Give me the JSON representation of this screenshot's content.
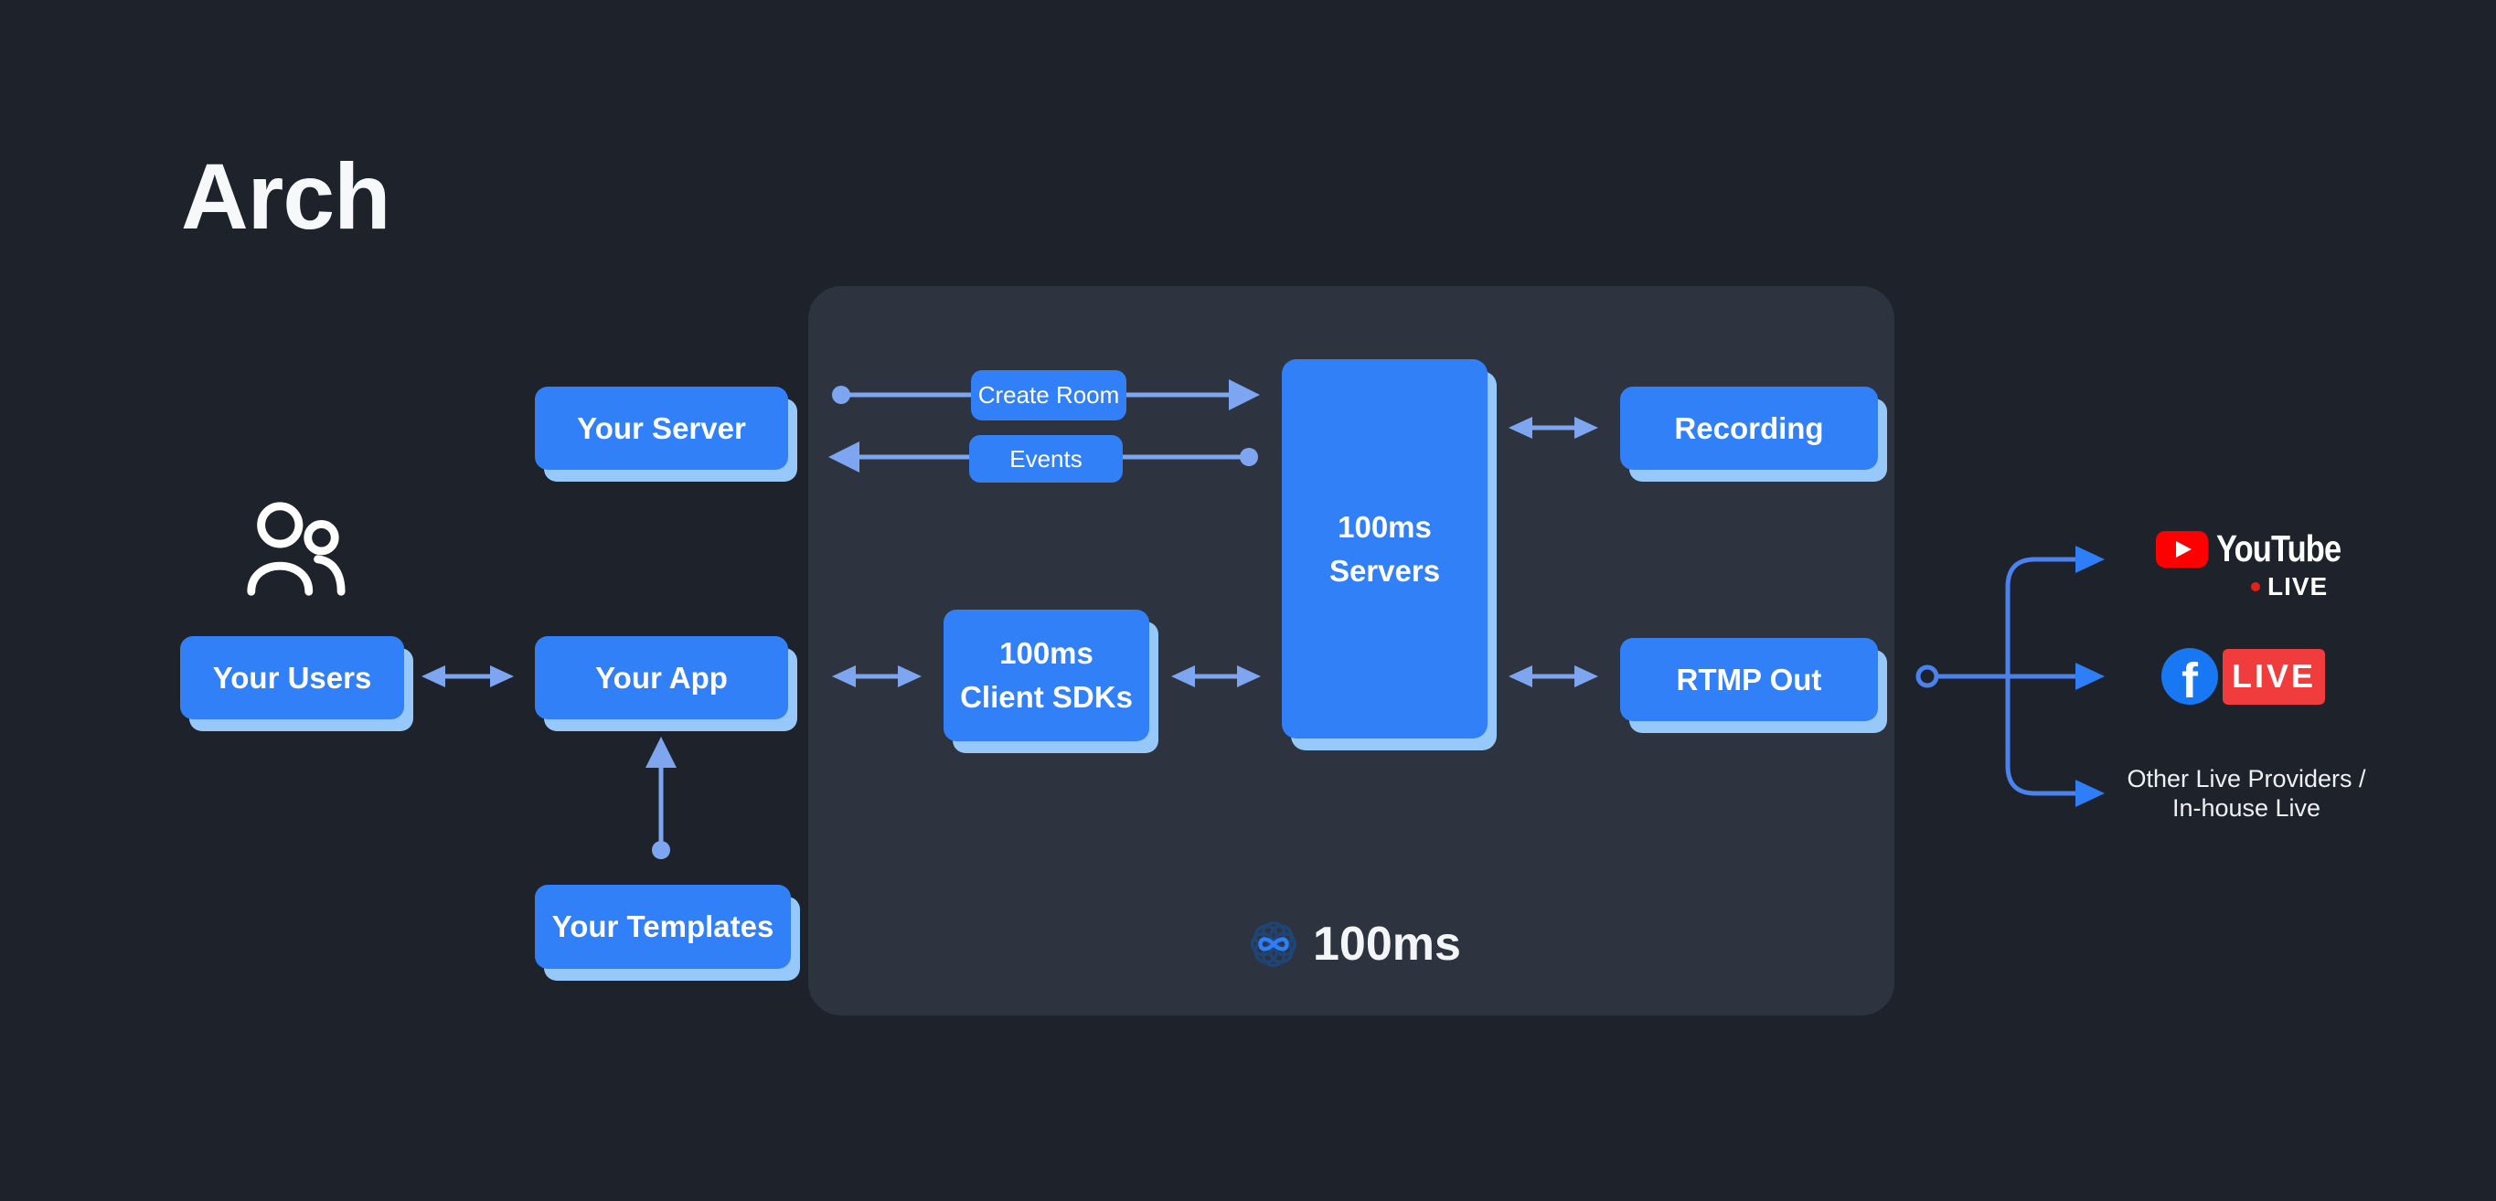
{
  "title": "Arch",
  "colors": {
    "background": "#1e232b",
    "panel": "#2d3440",
    "node_blue": "#3180f7",
    "node_shadow": "#96c9f9",
    "arrow": "#7ea6f0",
    "branch_line": "#4b82ee",
    "branch_arrowhead": "#2e7ef7",
    "youtube_red": "#ff0000",
    "facebook_blue": "#1877f2",
    "live_badge_red": "#f03c3c"
  },
  "icons": {
    "users": "two-person-outline-glyph",
    "youtube_play": "red-rounded-rect-white-triangle",
    "facebook": "blue-circle-white-f",
    "brand_mark": "rosette-with-infinity"
  },
  "nodes": {
    "your_server": {
      "label": "Your Server"
    },
    "your_users": {
      "label": "Your Users"
    },
    "your_app": {
      "label": "Your App"
    },
    "your_templates": {
      "label": "Your Templates"
    },
    "client_sdks": {
      "line1": "100ms",
      "line2": "Client SDKs"
    },
    "servers": {
      "line1": "100ms",
      "line2": "Servers"
    },
    "recording": {
      "label": "Recording"
    },
    "rtmp_out": {
      "label": "RTMP Out"
    }
  },
  "api_flows": {
    "create_room": "Create Room",
    "events": "Events"
  },
  "brand": {
    "text": "100ms"
  },
  "destinations": {
    "youtube": {
      "wordmark": "YouTube",
      "live": "LIVE"
    },
    "facebook": {
      "initial": "f",
      "live": "LIVE"
    },
    "other": {
      "line1": "Other Live Providers /",
      "line2": "In-house Live"
    }
  }
}
